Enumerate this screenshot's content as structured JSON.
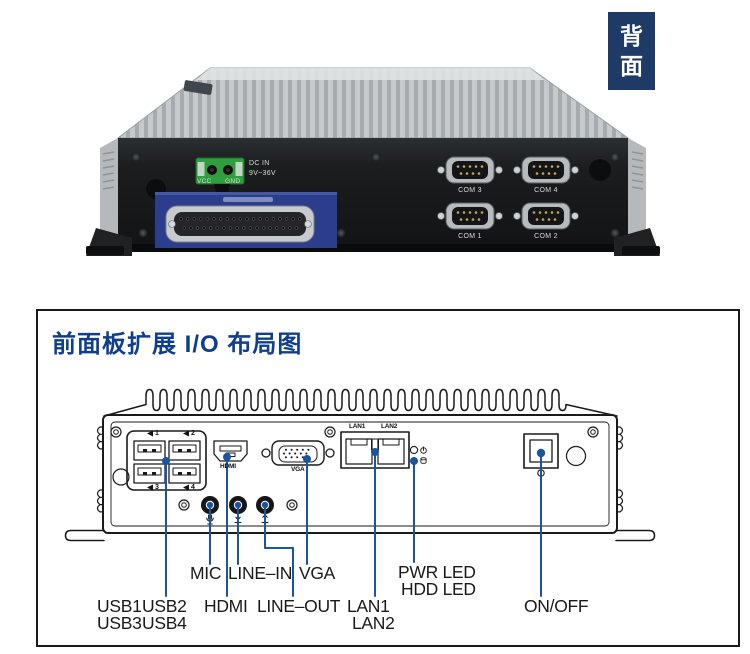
{
  "badge": {
    "line1": "背",
    "line2": "面"
  },
  "rear_photo": {
    "dc_in_line1": "DC IN",
    "dc_in_line2": "9V~36V",
    "vcc": "VCC",
    "gnd": "GND",
    "com3": "COM 3",
    "com4": "COM 4",
    "com1": "COM 1",
    "com2": "COM 2"
  },
  "front_panel_box": {
    "title": "前面板扩展 I/O 布局图",
    "port_labels": {
      "lan1": "LAN1",
      "lan2": "LAN2",
      "hdmi": "HDMI",
      "vga": "VGA",
      "usb_ports": [
        "1",
        "2",
        "3",
        "4"
      ]
    },
    "callouts": {
      "mic": "MIC",
      "line_in": "LINE–IN",
      "vga": "VGA",
      "pwr_led": "PWR LED",
      "hdd_led": "HDD LED",
      "usb1": "USB1",
      "usb2": "USB2",
      "usb3": "USB3",
      "usb4": "USB4",
      "hdmi": "HDMI",
      "line_out": "LINE–OUT",
      "lan1": "LAN1",
      "lan2": "LAN2",
      "on_off": "ON/OFF"
    }
  },
  "colors": {
    "accent_blue": "#1a55a0",
    "badge_blue": "#1e3a66",
    "title_blue": "#0f3e8f",
    "line_art": "#1a1a1a",
    "connector_green": "#2f9e3e",
    "dsub_plate_blue": "#2b3d8c"
  }
}
